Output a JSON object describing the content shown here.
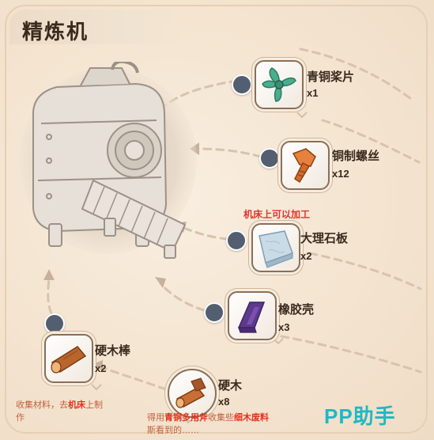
{
  "title": "精炼机",
  "machine_note": "机床上可以加工",
  "items": [
    {
      "name": "青铜桨片",
      "count": "x1",
      "icon": "bronze-propeller-icon"
    },
    {
      "name": "铜制螺丝",
      "count": "x12",
      "icon": "copper-screw-icon"
    },
    {
      "name": "大理石板",
      "count": "x2",
      "icon": "marble-slab-icon"
    },
    {
      "name": "橡胶壳",
      "count": "x3",
      "icon": "rubber-shell-icon"
    },
    {
      "name": "硬木棒",
      "count": "x2",
      "icon": "hardwood-stick-icon"
    },
    {
      "name": "硬木",
      "count": "x8",
      "icon": "hardwood-icon"
    }
  ],
  "notes": {
    "stick_prefix": "收集材料，去",
    "stick_highlight": "机床",
    "stick_suffix": "上制",
    "stick_line2": "作",
    "wood_prefix": "得用",
    "wood_highlight1": "青铜多用斧",
    "wood_middle": "收集些",
    "wood_highlight2": "细木废料",
    "wood_line2": "斯看到的……"
  },
  "watermark": "PP助手",
  "colors": {
    "title_text": "#3a2a1e",
    "node_dot": "#535e70",
    "highlight_red": "#e2311c",
    "watermark": "#1fb8c4"
  }
}
